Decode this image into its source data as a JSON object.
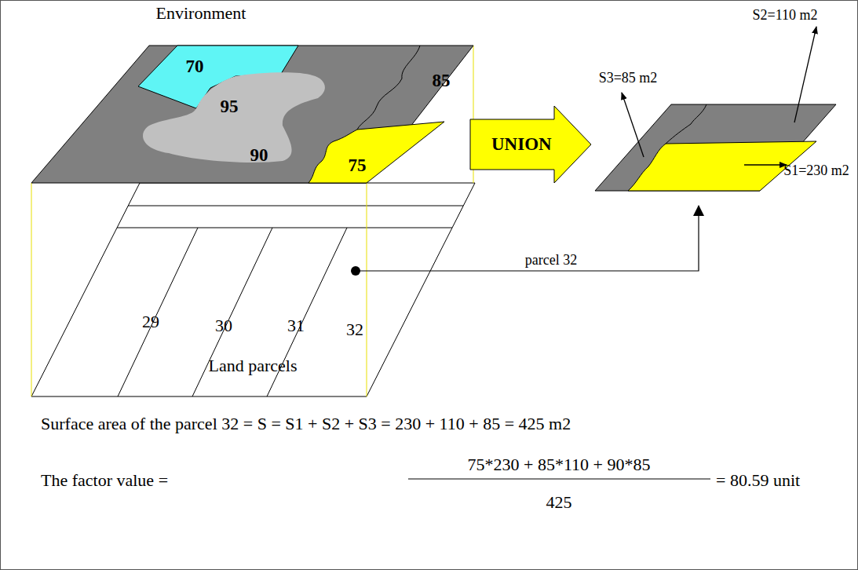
{
  "diagram": {
    "nodes": [
      {
        "text": [
          "UNION"
        ]
      }
    ],
    "labels": [
      "Environment",
      "70",
      "95",
      "90",
      "85",
      "75",
      "S3=85 m2",
      "S2=110 m2",
      "S1=230 m2",
      "parcel 32",
      "29",
      "30",
      "31",
      "32",
      "Land parcels",
      "Surface area of the parcel 32 = S = S1 + S2 + S3 = 230 + 110 + 85 = 425 m2",
      "The factor value =",
      "75*230 + 85*110 + 90*85",
      "425",
      "= 80.59 unit"
    ]
  }
}
